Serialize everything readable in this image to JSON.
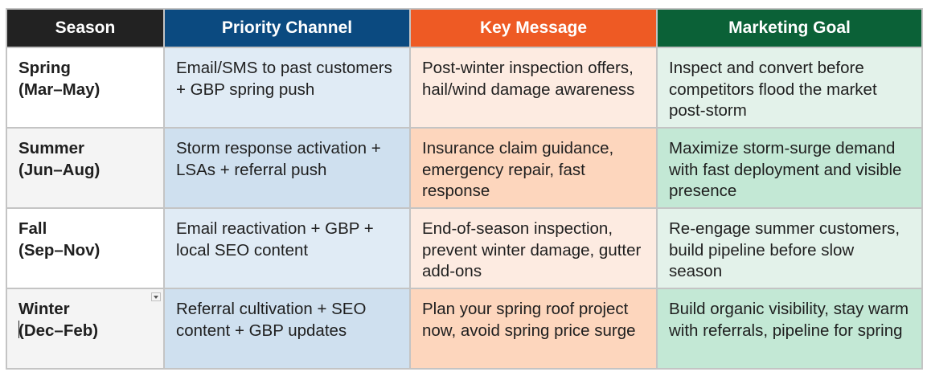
{
  "colors": {
    "season_header": "#222222",
    "channel_header": "#0b4a80",
    "message_header": "#ee5a24",
    "goal_header": "#0b6137",
    "border": "#c4c4c4"
  },
  "headers": [
    "Season",
    "Priority Channel",
    "Key Message",
    "Marketing Goal"
  ],
  "rows": [
    {
      "season": "Spring",
      "months": "(Mar–May)",
      "channel": "Email/SMS to past customers + GBP spring push",
      "message": "Post-winter inspection offers, hail/wind damage awareness",
      "goal": "Inspect and convert before competitors flood the market post-storm",
      "bg": [
        "#ffffff",
        "#e0ebf5",
        "#fdebe1",
        "#e3f2ea"
      ]
    },
    {
      "season": "Summer",
      "months": "(Jun–Aug)",
      "channel": "Storm response activation + LSAs + referral push",
      "message": "Insurance claim guidance, emergency repair, fast response",
      "goal": "Maximize storm-surge demand with fast deployment and visible presence",
      "bg": [
        "#f4f4f4",
        "#cfe0ef",
        "#fdd6bd",
        "#c3e8d5"
      ]
    },
    {
      "season": "Fall",
      "months": "(Sep–Nov)",
      "channel": "Email reactivation + GBP + local SEO content",
      "message": "End-of-season inspection, prevent winter damage, gutter add-ons",
      "goal": "Re-engage summer customers, build pipeline before slow season",
      "bg": [
        "#ffffff",
        "#e0ebf5",
        "#fdebe1",
        "#e3f2ea"
      ]
    },
    {
      "season": "Winter",
      "months": "(Dec–Feb)",
      "channel": "Referral cultivation + SEO content + GBP updates",
      "message": "Plan your spring roof project now, avoid spring price surge",
      "goal": "Build organic visibility, stay warm with referrals, pipeline for spring",
      "bg": [
        "#f4f4f4",
        "#cfe0ef",
        "#fdd6bd",
        "#c3e8d5"
      ]
    }
  ]
}
